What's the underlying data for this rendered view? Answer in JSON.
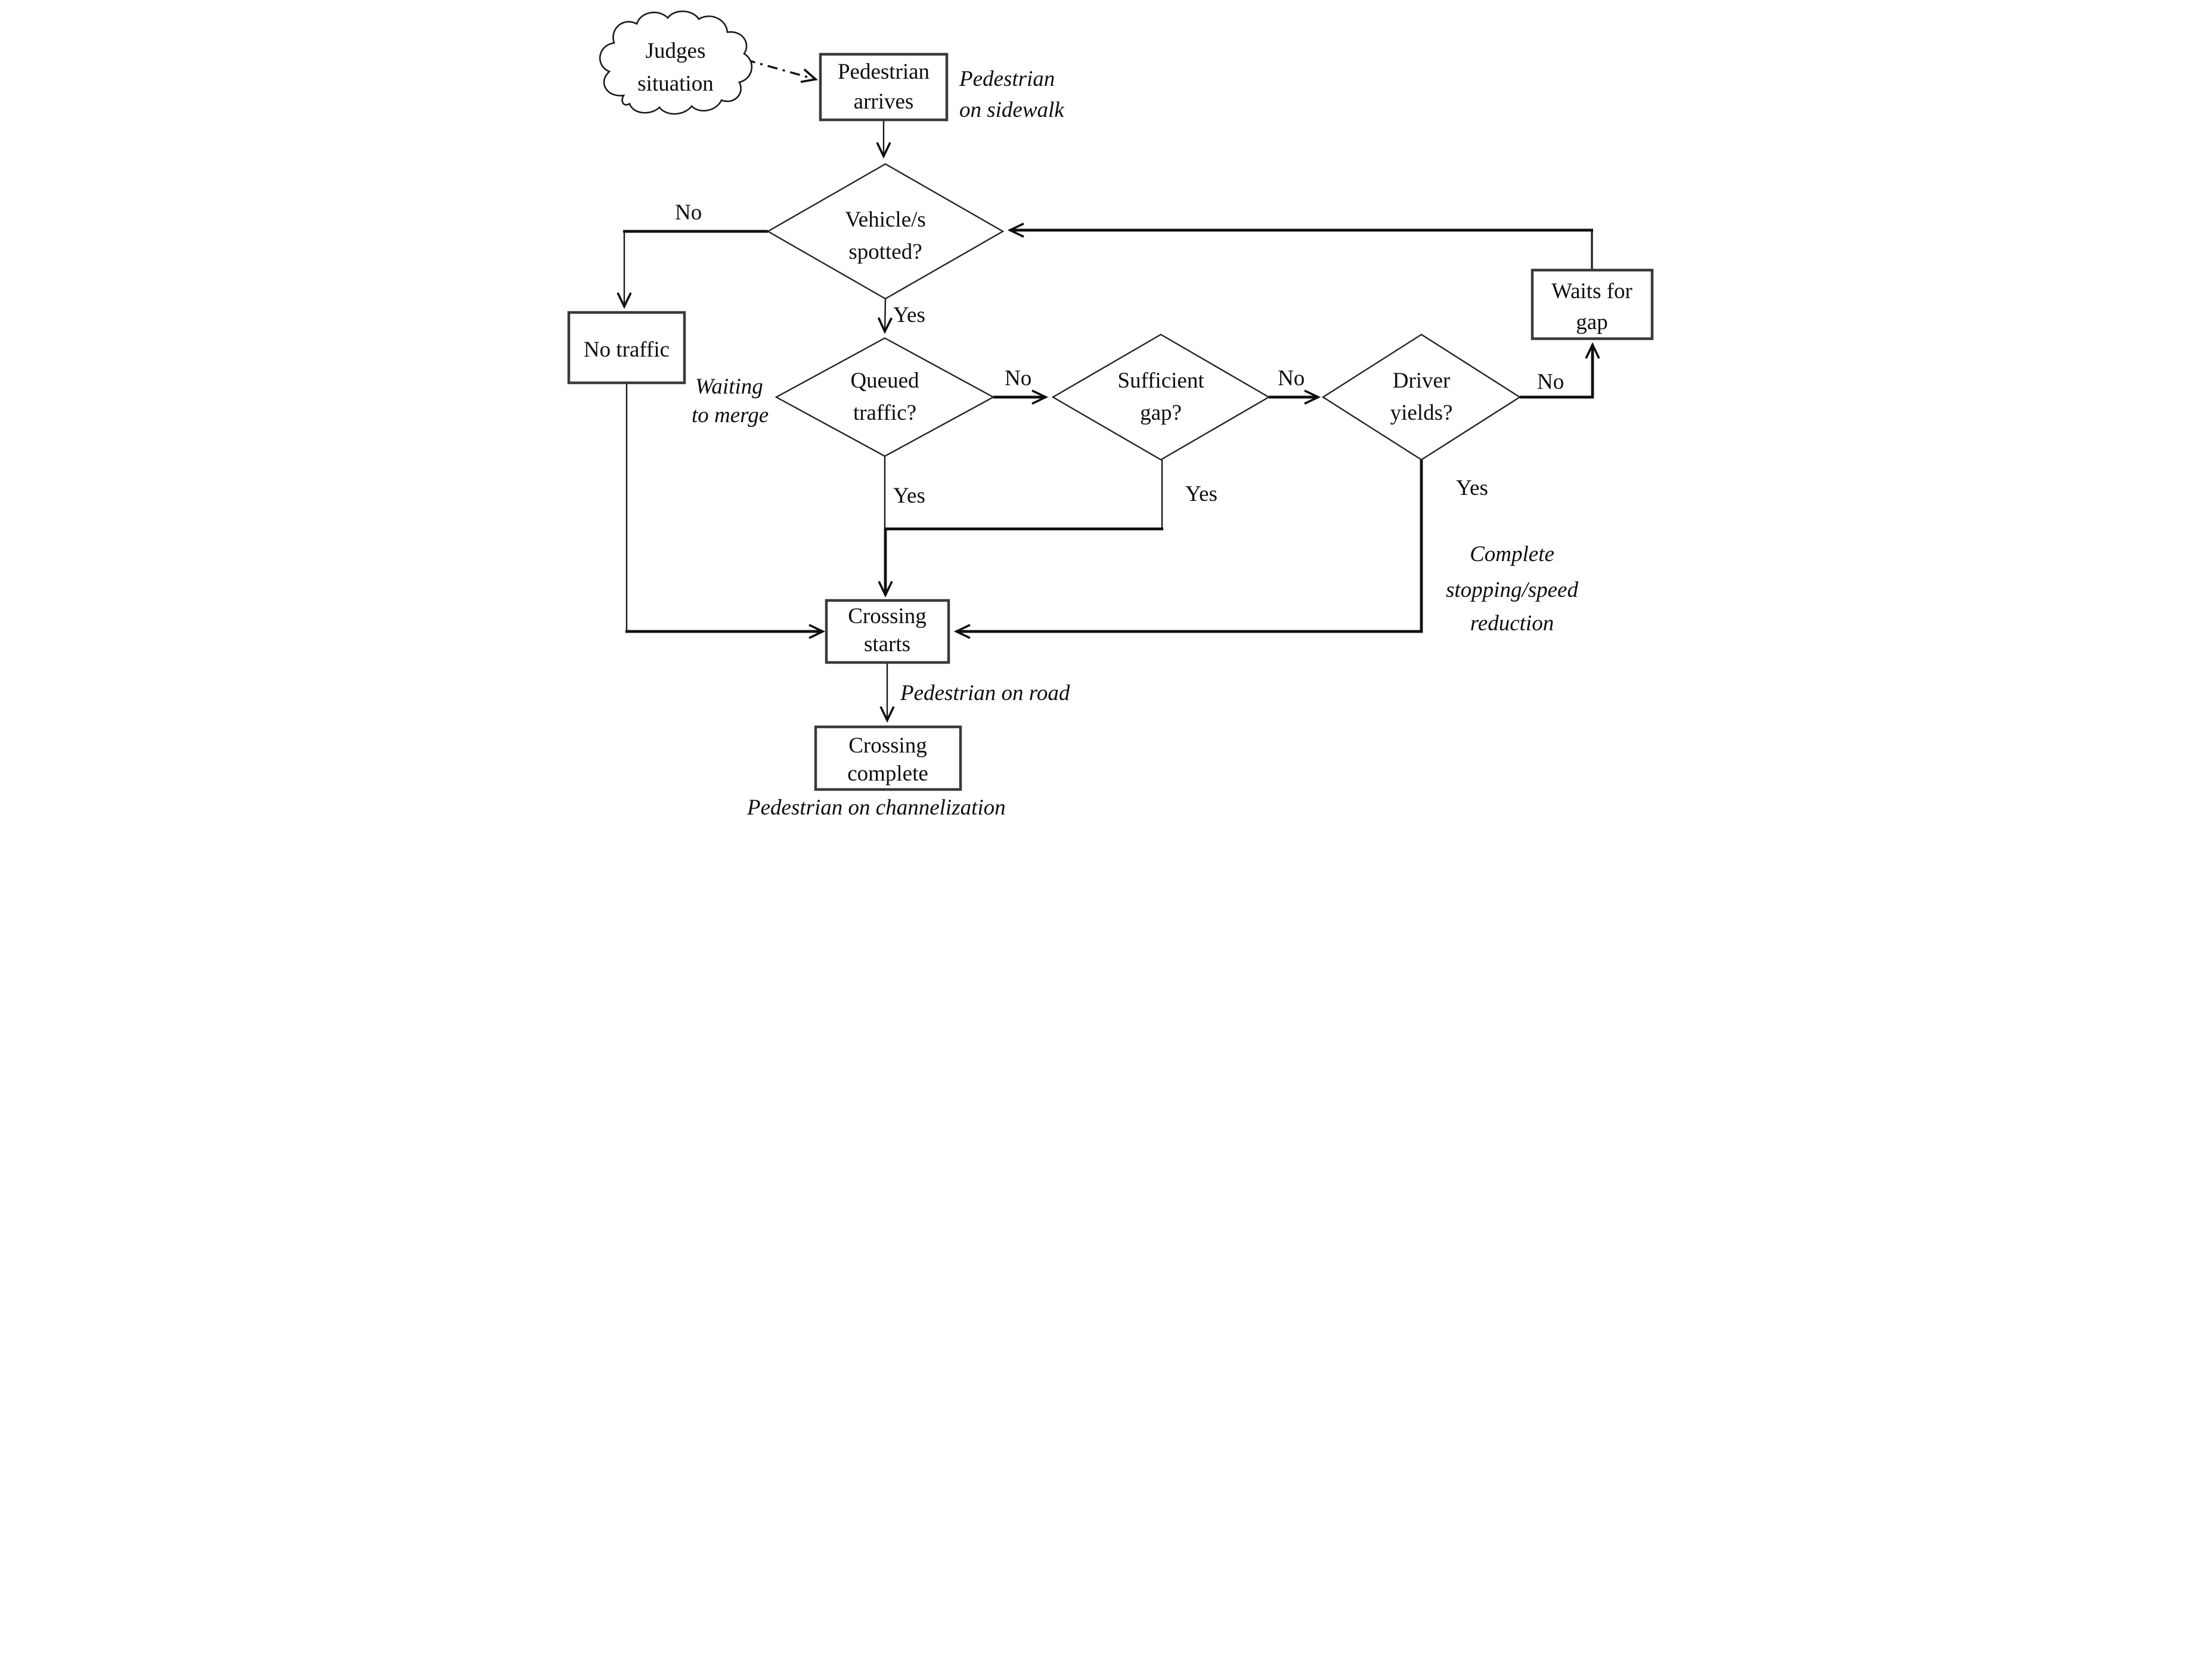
{
  "figure": {
    "background": "#ffffff",
    "line_color": "#1a1a1a",
    "cloud": {
      "line1": "Judges",
      "line2": "situation"
    },
    "process": {
      "pedestrian_arrives": {
        "line1": "Pedestrian",
        "line2": "arrives"
      },
      "no_traffic": {
        "line1": "No traffic"
      },
      "waits_for_gap": {
        "line1": "Waits for",
        "line2": "gap"
      },
      "crossing_starts": {
        "line1": "Crossing",
        "line2": "starts"
      },
      "crossing_complete": {
        "line1": "Crossing",
        "line2": "complete"
      }
    },
    "decision": {
      "vehicles_spotted": {
        "line1": "Vehicle/s",
        "line2": "spotted?"
      },
      "queued_traffic": {
        "line1": "Queued",
        "line2": "traffic?"
      },
      "sufficient_gap": {
        "line1": "Sufficient",
        "line2": "gap?"
      },
      "driver_yields": {
        "line1": "Driver",
        "line2": "yields?"
      }
    },
    "labels": {
      "yes": "Yes",
      "no": "No"
    },
    "annotations": {
      "pedestrian_on_sidewalk": {
        "line1": "Pedestrian",
        "line2": "on sidewalk"
      },
      "waiting_to_merge": {
        "line1": "Waiting",
        "line2": "to merge"
      },
      "complete_stopping": {
        "line1": "Complete",
        "line2": "stopping/speed",
        "line3": "reduction"
      },
      "pedestrian_on_road": "Pedestrian on road",
      "pedestrian_on_channelization": "Pedestrian on channelization"
    }
  }
}
